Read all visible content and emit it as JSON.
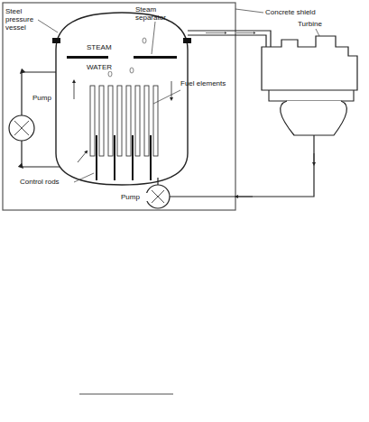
{
  "diagram": {
    "labels": [
      "Steel pressure vessel",
      "Steam separator",
      "Concrete shield",
      "STEAM",
      "WATER",
      "Pump",
      "Fuel elements",
      "Control rods",
      "Pump",
      "Turbine"
    ]
  }
}
